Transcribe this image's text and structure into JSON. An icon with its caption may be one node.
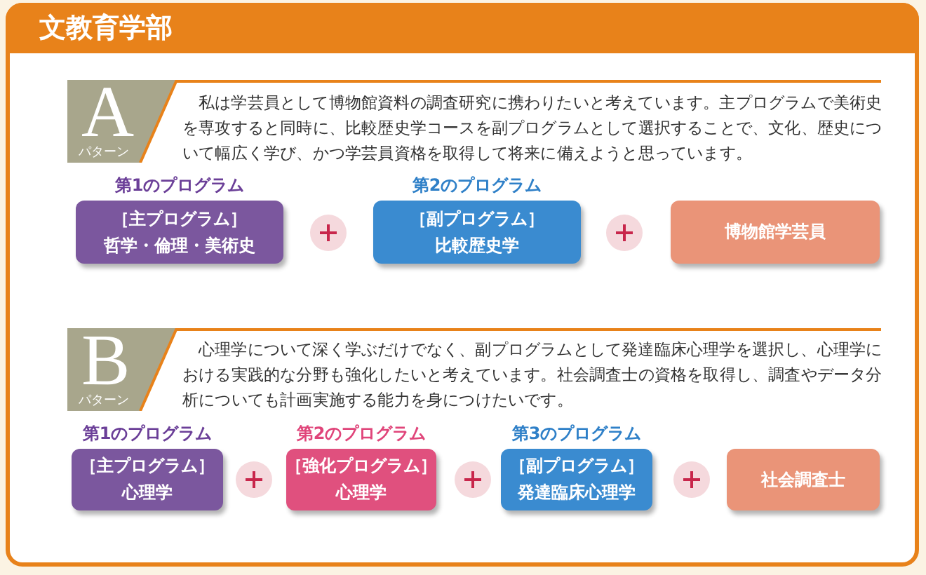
{
  "diagram": {
    "title": "文教育学部",
    "nodes": [
      {
        "text": [
          "A",
          "パターン"
        ]
      },
      {
        "text": [
          "第1のプログラム",
          "［主プログラム］",
          "哲学・倫理・美術史"
        ]
      },
      {
        "text": [
          "第2のプログラム",
          "［副プログラム］",
          "比較歴史学"
        ]
      },
      {
        "text": [
          "博物館学芸員"
        ]
      },
      {
        "text": [
          "B",
          "パターン"
        ]
      },
      {
        "text": [
          "第1のプログラム",
          "［主プログラム］",
          "心理学"
        ]
      },
      {
        "text": [
          "第2のプログラム",
          "［強化プログラム］",
          "心理学"
        ]
      },
      {
        "text": [
          "第3のプログラム",
          "［副プログラム］",
          "発達臨床心理学"
        ]
      },
      {
        "text": [
          "社会調査士"
        ]
      }
    ],
    "labels": [
      "私は学芸員として博物館資料の調査研究に携わりたいと考えています。主プログラムで美術史を専攻すると同時に、比較歴史学コースを副プログラムとして選択することで、文化、歴史について幅広く学び、かつ学芸員資格を取得して将来に備えようと思っています。",
      "心理学について深く学ぶだけでなく、副プログラムとして発達臨床心理学を選択し、心理学における実践的な分野も強化したいと考えています。社会調査士の資格を取得し、調査やデータ分析についても計画実施する能力を身につけたいです。"
    ]
  }
}
